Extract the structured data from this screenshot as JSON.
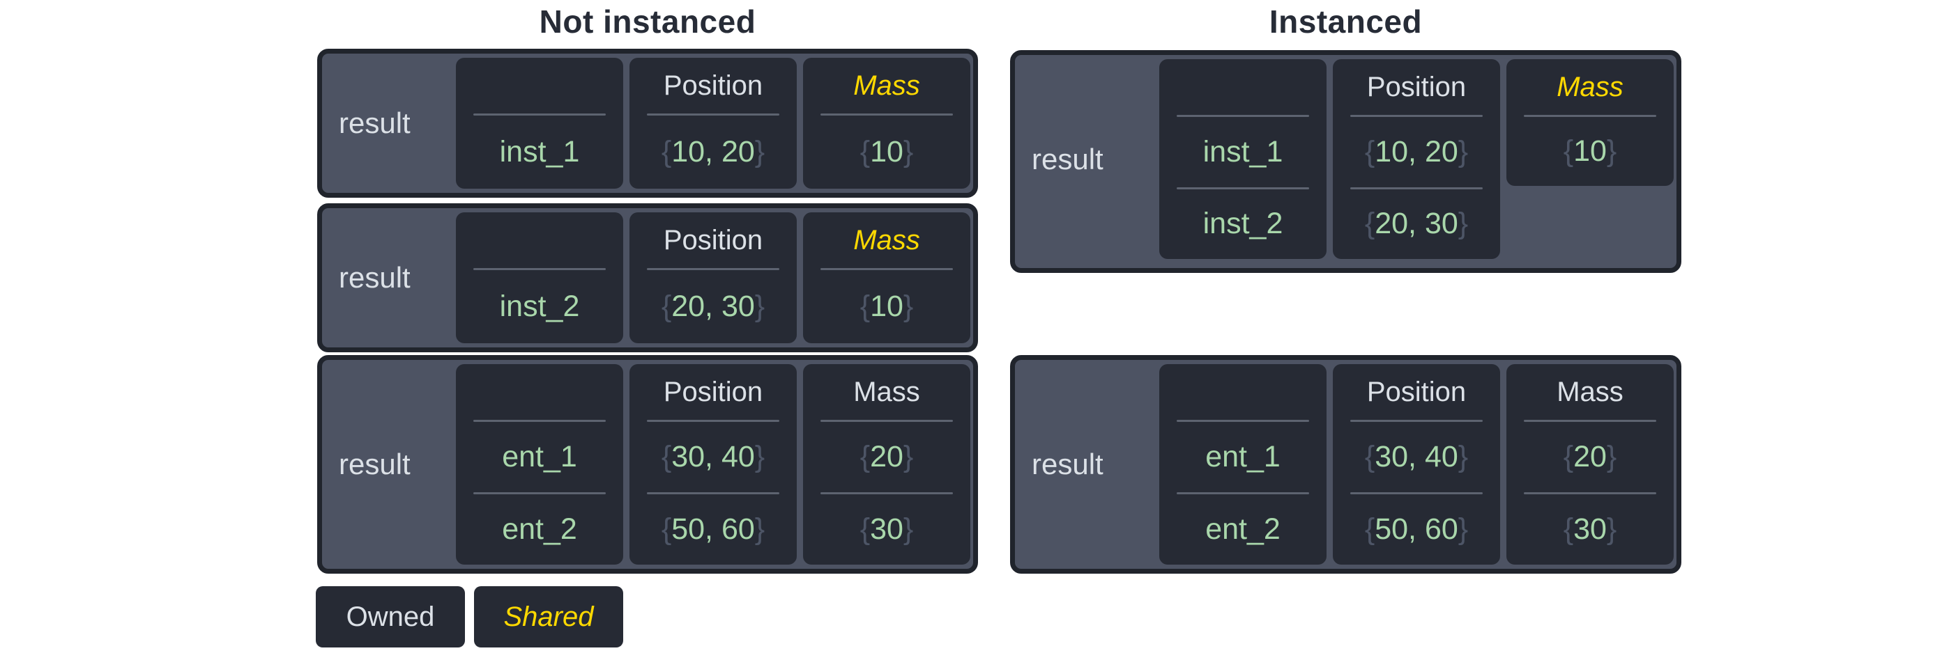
{
  "groups": [
    {
      "title": "Not instanced",
      "boxes": [
        {
          "label": "result",
          "columns": [
            {
              "header": "",
              "shared": false,
              "values": [
                "inst_1"
              ]
            },
            {
              "header": "Position",
              "shared": false,
              "values": [
                "{10, 20}"
              ]
            },
            {
              "header": "Mass",
              "shared": true,
              "values": [
                "{10}"
              ]
            }
          ]
        },
        {
          "label": "result",
          "columns": [
            {
              "header": "",
              "shared": false,
              "values": [
                "inst_2"
              ]
            },
            {
              "header": "Position",
              "shared": false,
              "values": [
                "{20, 30}"
              ]
            },
            {
              "header": "Mass",
              "shared": true,
              "values": [
                "{10}"
              ]
            }
          ]
        },
        {
          "label": "result",
          "columns": [
            {
              "header": "",
              "shared": false,
              "values": [
                "ent_1",
                "ent_2"
              ]
            },
            {
              "header": "Position",
              "shared": false,
              "values": [
                "{30, 40}",
                "{50, 60}"
              ]
            },
            {
              "header": "Mass",
              "shared": false,
              "values": [
                "{20}",
                "{30}"
              ]
            }
          ]
        }
      ]
    },
    {
      "title": "Instanced",
      "boxes": [
        {
          "label": "result",
          "columns": [
            {
              "header": "",
              "shared": false,
              "values": [
                "inst_1",
                "inst_2"
              ]
            },
            {
              "header": "Position",
              "shared": false,
              "values": [
                "{10, 20}",
                "{20, 30}"
              ]
            },
            {
              "header": "Mass",
              "shared": true,
              "values": [
                "{10}"
              ]
            }
          ]
        },
        {
          "label": "result",
          "columns": [
            {
              "header": "",
              "shared": false,
              "values": [
                "ent_1",
                "ent_2"
              ]
            },
            {
              "header": "Position",
              "shared": false,
              "values": [
                "{30, 40}",
                "{50, 60}"
              ]
            },
            {
              "header": "Mass",
              "shared": false,
              "values": [
                "{20}",
                "{30}"
              ]
            }
          ]
        }
      ]
    }
  ],
  "legend": {
    "owned_label": "Owned",
    "shared_label": "Shared"
  },
  "colors": {
    "page_bg": "#ffffff",
    "title_text": "#272c37",
    "box_fill": "#4d5363",
    "box_border": "#20242c",
    "cell_bg": "#262a34",
    "divider": "#5d6370",
    "text_light": "#dce1e7",
    "text_green": "#a9d7ab",
    "accent_shared": "#ffd900",
    "brace": "#4d5566"
  }
}
